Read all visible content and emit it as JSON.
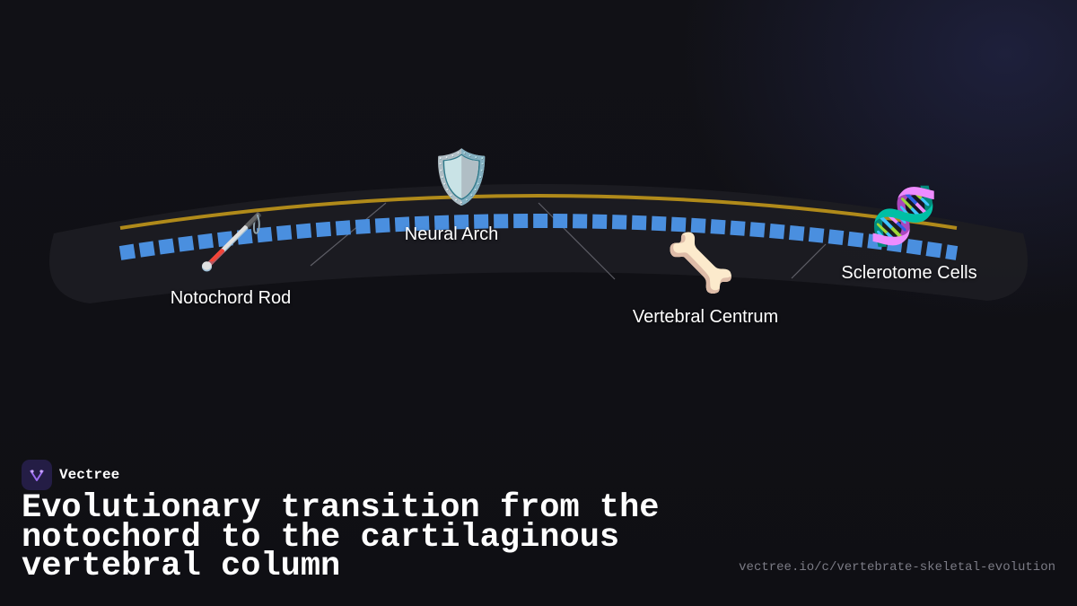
{
  "diagram": {
    "items": [
      {
        "label": "Notochord Rod",
        "icon": "white-cane-icon",
        "glyph": "🦯"
      },
      {
        "label": "Neural Arch",
        "icon": "shield-icon",
        "glyph": "🛡️"
      },
      {
        "label": "Vertebral Centrum",
        "icon": "bone-icon",
        "glyph": "🦴"
      },
      {
        "label": "Sclerotome Cells",
        "icon": "dna-icon",
        "glyph": "🧬"
      }
    ],
    "colors": {
      "band": "#1e1e24",
      "rod": "#b08a1a",
      "segments": "#4a8fdf",
      "connector": "#6a6a72"
    }
  },
  "brand": {
    "name": "Vectree",
    "logo_color": "#241d45",
    "accent": "#9b6cf0"
  },
  "title": "Evolutionary transition from the notochord to the cartilaginous vertebral column",
  "url": "vectree.io/c/vertebrate-skeletal-evolution"
}
